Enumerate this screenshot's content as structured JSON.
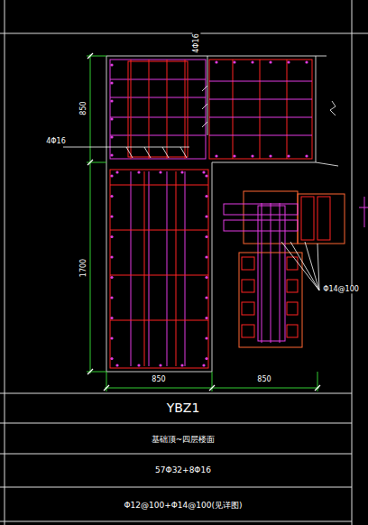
{
  "diagram": {
    "labels": [
      "850",
      "1700",
      "4Φ16",
      "4Φ16",
      "Φ14@100",
      "850",
      "850",
      "YBZ1",
      "基础顶~四层楼面",
      "57Φ32+8Φ16",
      "Φ12@100+Φ14@100(见详图)"
    ]
  }
}
